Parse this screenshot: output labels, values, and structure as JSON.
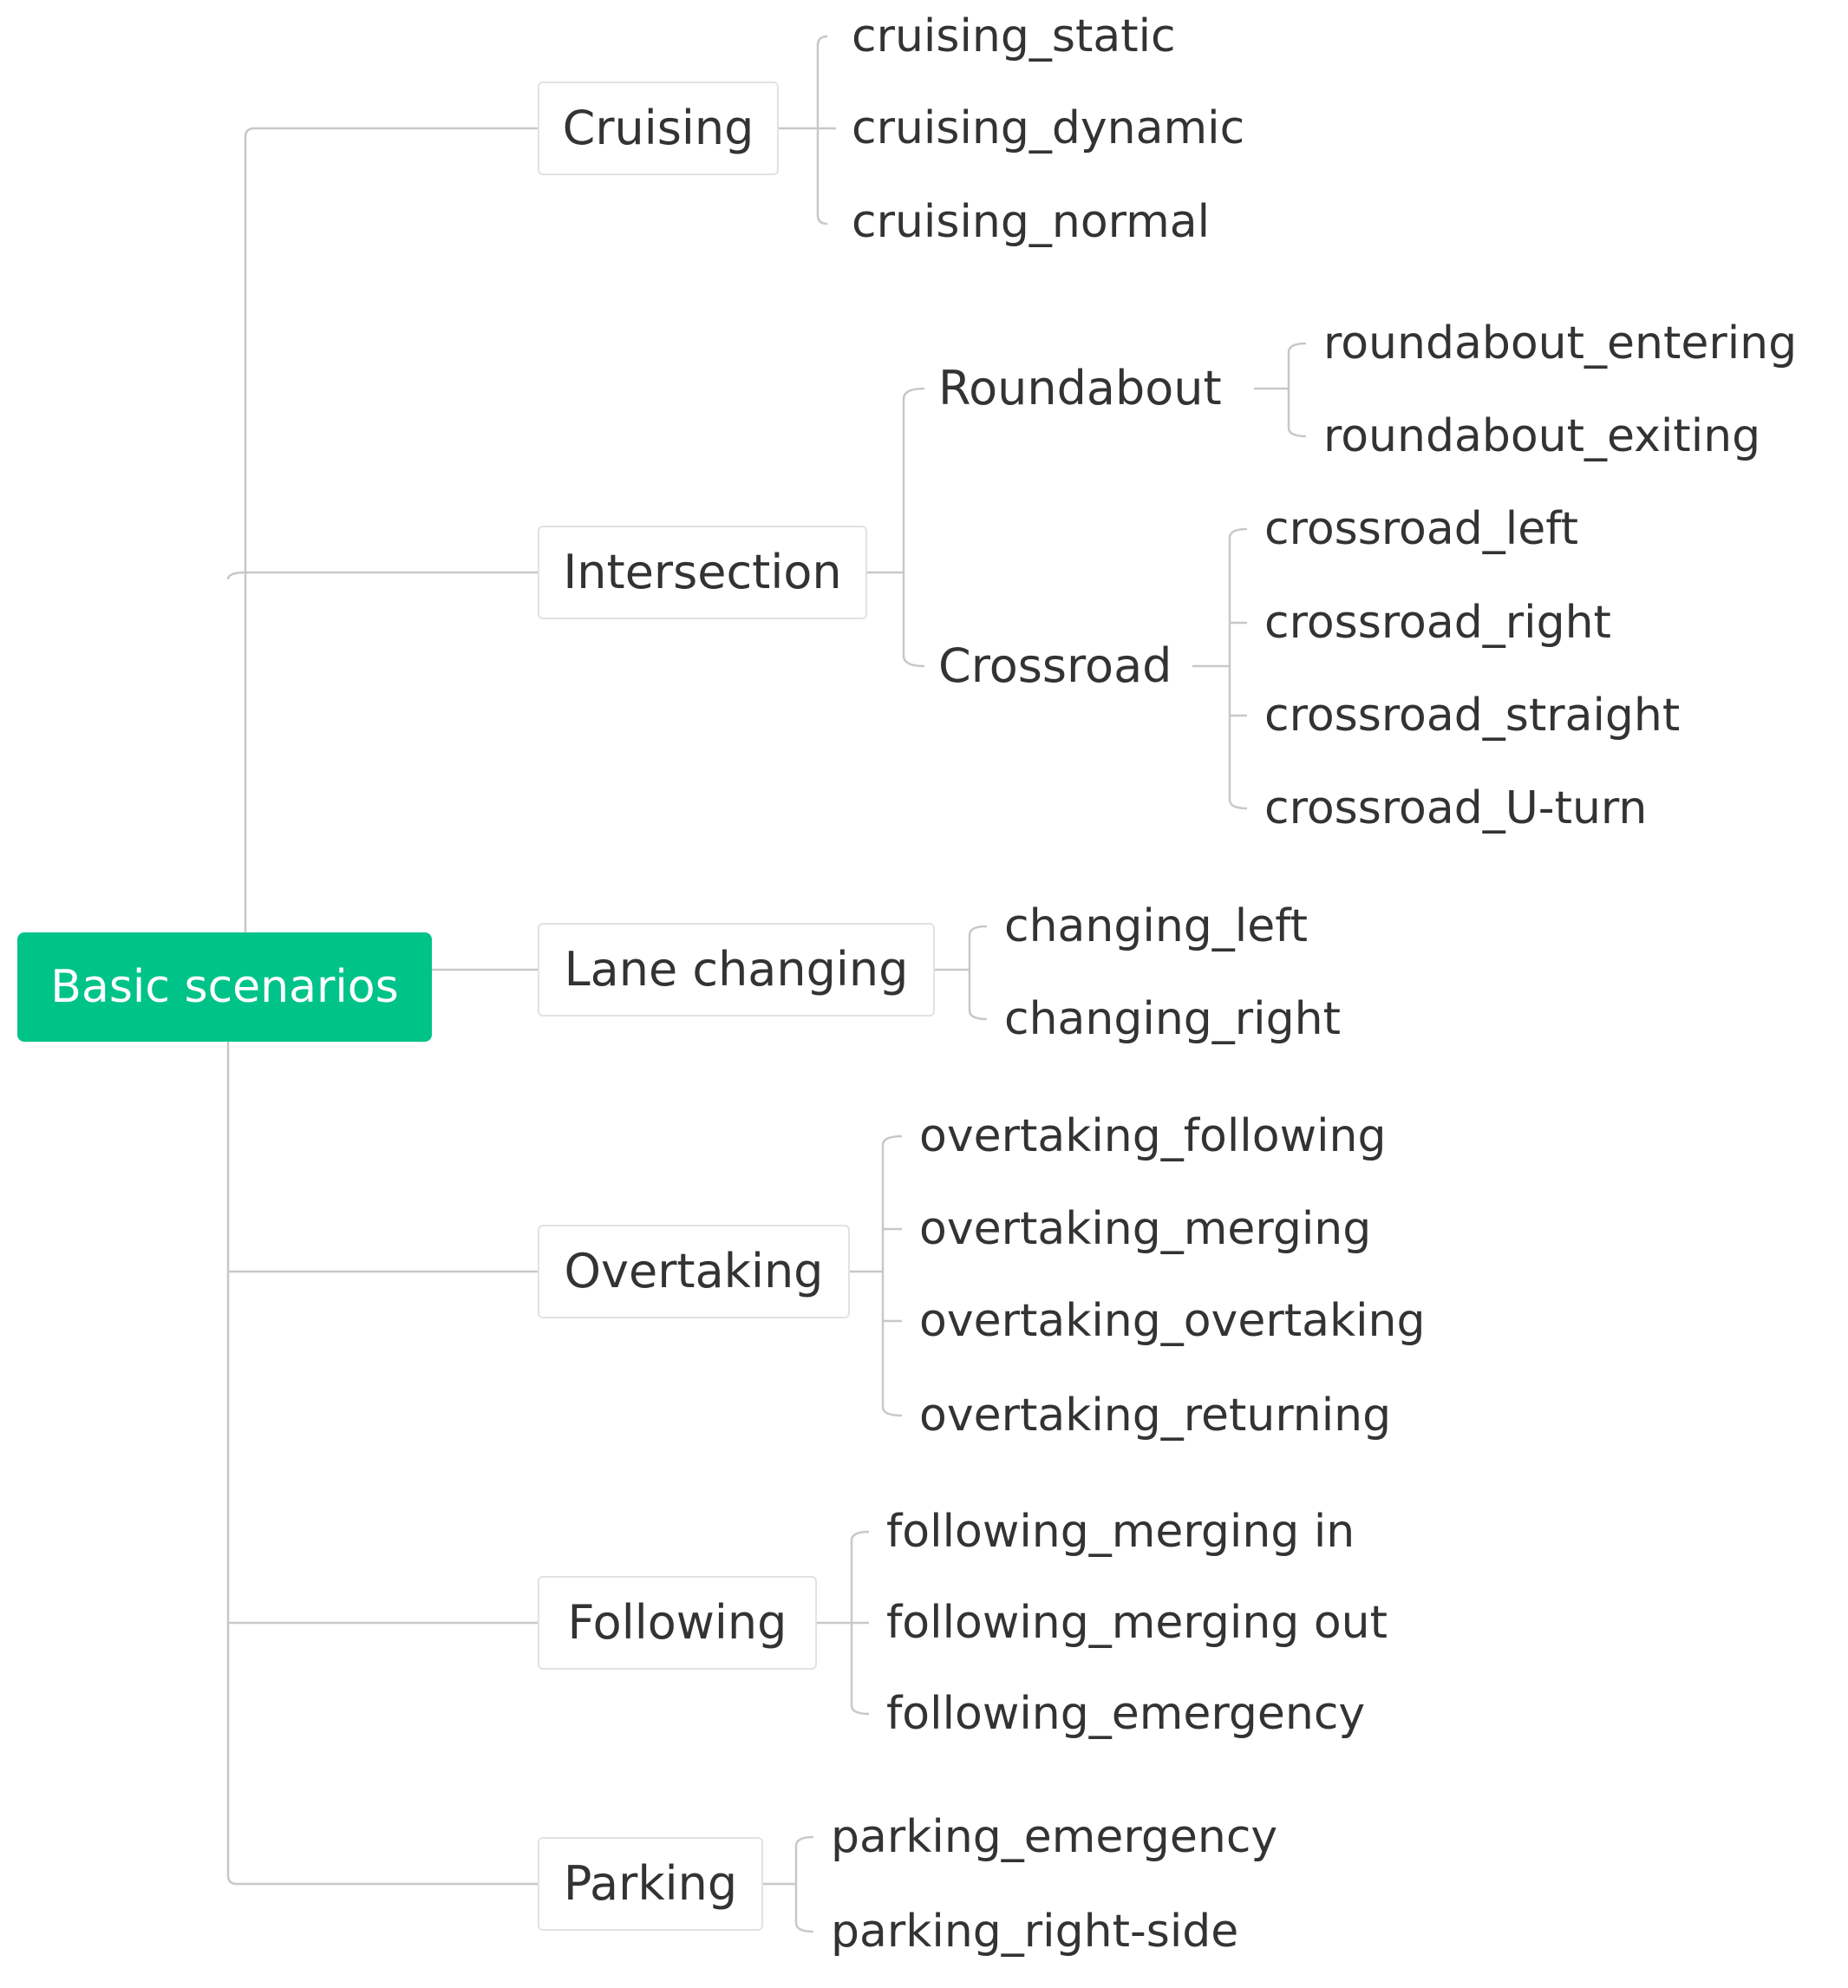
{
  "root": {
    "label": "Basic scenarios"
  },
  "categories": [
    {
      "label": "Cruising",
      "leaves": [
        "cruising_static",
        "cruising_dynamic",
        "cruising_normal"
      ]
    },
    {
      "label": "Intersection",
      "groups": [
        {
          "label": "Roundabout",
          "leaves": [
            "roundabout_entering",
            "roundabout_exiting"
          ]
        },
        {
          "label": "Crossroad",
          "leaves": [
            "crossroad_left",
            "crossroad_right",
            "crossroad_straight",
            "crossroad_U-turn"
          ]
        }
      ]
    },
    {
      "label": "Lane changing",
      "leaves": [
        "changing_left",
        "changing_right"
      ]
    },
    {
      "label": "Overtaking",
      "leaves": [
        "overtaking_following",
        "overtaking_merging",
        "overtaking_overtaking",
        "overtaking_returning"
      ]
    },
    {
      "label": "Following",
      "leaves": [
        "following_merging in",
        "following_merging out",
        "following_emergency"
      ]
    },
    {
      "label": "Parking",
      "leaves": [
        "parking_emergency",
        "parking_right-side"
      ]
    }
  ],
  "colors": {
    "root_fill": "#00c389",
    "line": "#c8c8c8",
    "text": "#333333",
    "box_border": "#e2e2e2"
  }
}
